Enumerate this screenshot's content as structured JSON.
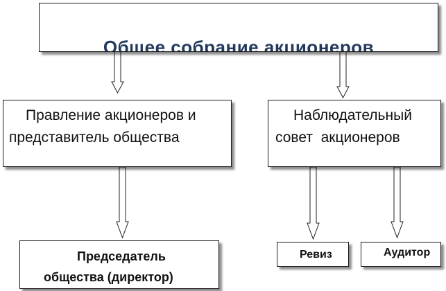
{
  "diagram": {
    "top": {
      "title": "Общее собрание акционеров"
    },
    "management": {
      "line1": "Правление акционеров и",
      "line2": "представитель общества"
    },
    "board": {
      "line1": "Наблюдательный",
      "line2": "совет  акционеров"
    },
    "chair": {
      "line1": "Председатель",
      "line2": "общества (директор)"
    },
    "audit": {
      "label": "Ревиз"
    },
    "auditor": {
      "label": "Аудитор"
    }
  }
}
